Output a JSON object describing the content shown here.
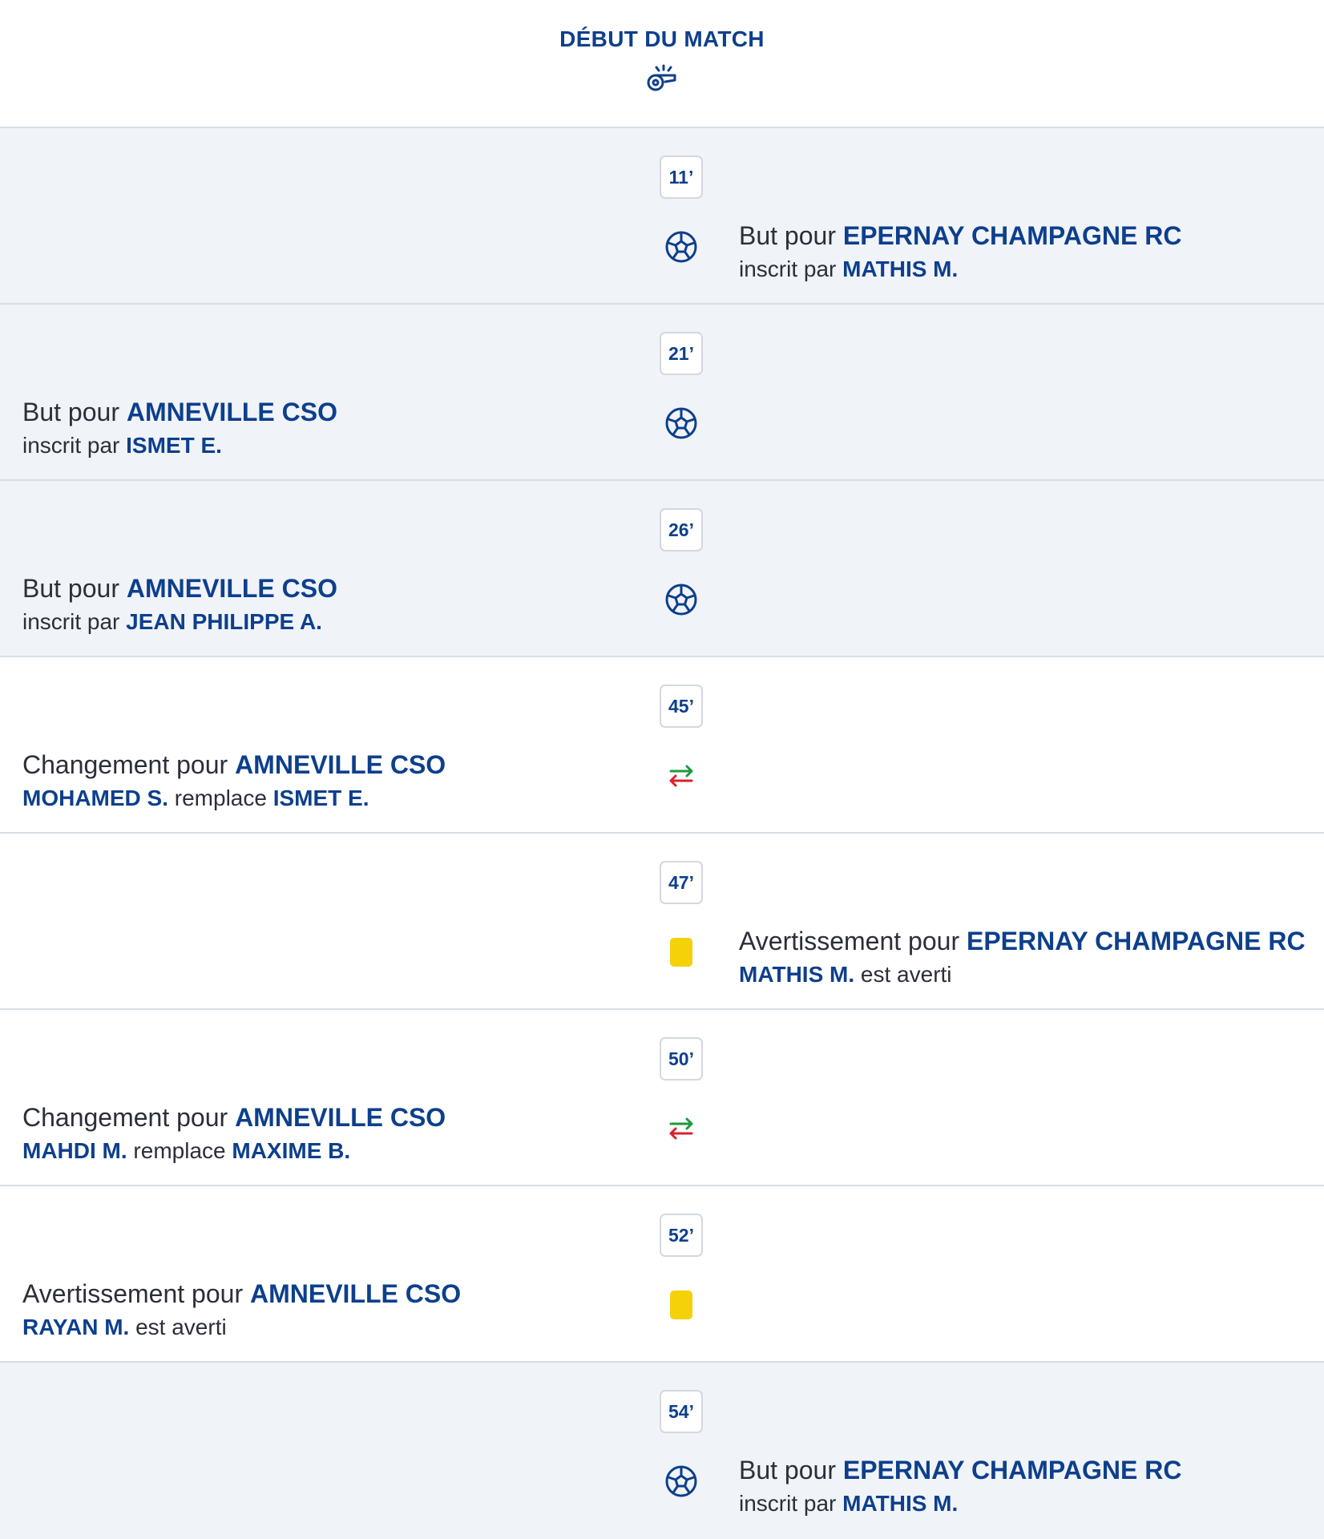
{
  "header": {
    "title": "DÉBUT DU MATCH",
    "icon": "whistle-icon"
  },
  "colors": {
    "primary_blue": "#0d3f8c",
    "row_tint": "#f0f3f8",
    "yellow_card": "#f5d10a",
    "sub_in_green": "#1e9a3c",
    "sub_out_red": "#d8222a"
  },
  "events": [
    {
      "minute": "11’",
      "type": "goal",
      "icon": "soccer-ball-icon",
      "side": "right",
      "line1_prefix": "But pour ",
      "team": "EPERNAY CHAMPAGNE RC",
      "line2_prefix": "inscrit par ",
      "player": "MATHIS M."
    },
    {
      "minute": "21’",
      "type": "goal",
      "icon": "soccer-ball-icon",
      "side": "left",
      "line1_prefix": "But pour ",
      "team": "AMNEVILLE CSO",
      "line2_prefix": "inscrit par ",
      "player": "ISMET E."
    },
    {
      "minute": "26’",
      "type": "goal",
      "icon": "soccer-ball-icon",
      "side": "left",
      "line1_prefix": "But pour ",
      "team": "AMNEVILLE CSO",
      "line2_prefix": "inscrit par ",
      "player": "JEAN PHILIPPE A."
    },
    {
      "minute": "45’",
      "type": "substitution",
      "icon": "substitution-arrows-icon",
      "side": "left",
      "line1_prefix": "Changement pour ",
      "team": "AMNEVILLE CSO",
      "player_in": "MOHAMED S.",
      "middle": " remplace ",
      "player_out": "ISMET E."
    },
    {
      "minute": "47’",
      "type": "yellow_card",
      "icon": "yellow-card-icon",
      "side": "right",
      "line1_prefix": "Avertissement pour ",
      "team": "EPERNAY CHAMPAGNE RC",
      "player": "MATHIS M.",
      "line2_suffix": " est averti"
    },
    {
      "minute": "50’",
      "type": "substitution",
      "icon": "substitution-arrows-icon",
      "side": "left",
      "line1_prefix": "Changement pour ",
      "team": "AMNEVILLE CSO",
      "player_in": "MAHDI M.",
      "middle": " remplace ",
      "player_out": "MAXIME B."
    },
    {
      "minute": "52’",
      "type": "yellow_card",
      "icon": "yellow-card-icon",
      "side": "left",
      "line1_prefix": "Avertissement pour ",
      "team": "AMNEVILLE CSO",
      "player": "RAYAN M.",
      "line2_suffix": " est averti"
    },
    {
      "minute": "54’",
      "type": "goal",
      "icon": "soccer-ball-icon",
      "side": "right",
      "line1_prefix": "But pour ",
      "team": "EPERNAY CHAMPAGNE RC",
      "line2_prefix": "inscrit par ",
      "player": "MATHIS M."
    }
  ]
}
